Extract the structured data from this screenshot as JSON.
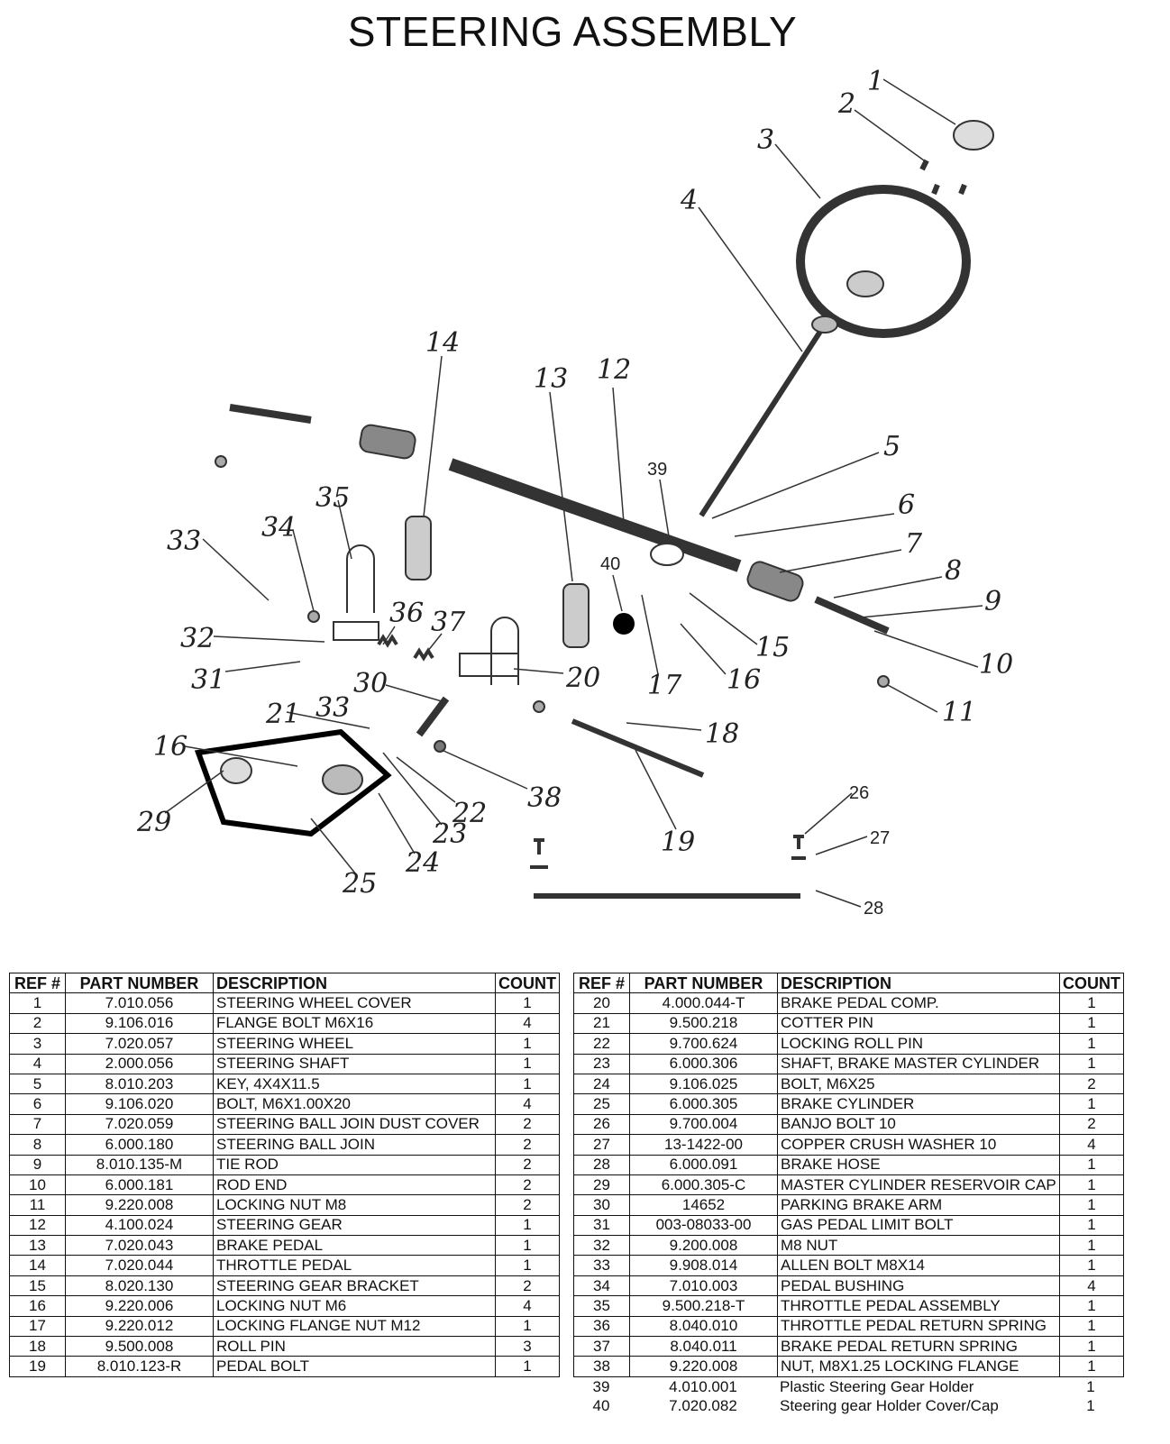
{
  "title": "STEERING ASSEMBLY",
  "callouts": [
    "1",
    "2",
    "3",
    "4",
    "5",
    "6",
    "7",
    "8",
    "9",
    "10",
    "11",
    "12",
    "13",
    "14",
    "15",
    "16",
    "17",
    "18",
    "19",
    "20",
    "21",
    "22",
    "23",
    "24",
    "25",
    "26",
    "27",
    "28",
    "29",
    "30",
    "31",
    "32",
    "33",
    "34",
    "35",
    "36",
    "37",
    "38",
    "39",
    "40"
  ],
  "table": {
    "headers": {
      "ref": "REF #",
      "part": "PART NUMBER",
      "desc": "DESCRIPTION",
      "count": "COUNT"
    },
    "left_rows": [
      {
        "ref": "1",
        "part": "7.010.056",
        "desc": "STEERING WHEEL COVER",
        "count": "1"
      },
      {
        "ref": "2",
        "part": "9.106.016",
        "desc": "FLANGE BOLT M6X16",
        "count": "4"
      },
      {
        "ref": "3",
        "part": "7.020.057",
        "desc": "STEERING WHEEL",
        "count": "1"
      },
      {
        "ref": "4",
        "part": "2.000.056",
        "desc": "STEERING SHAFT",
        "count": "1"
      },
      {
        "ref": "5",
        "part": "8.010.203",
        "desc": "KEY, 4X4X11.5",
        "count": "1"
      },
      {
        "ref": "6",
        "part": "9.106.020",
        "desc": "BOLT, M6X1.00X20",
        "count": "4"
      },
      {
        "ref": "7",
        "part": "7.020.059",
        "desc": "STEERING BALL JOIN DUST COVER",
        "count": "2"
      },
      {
        "ref": "8",
        "part": "6.000.180",
        "desc": "STEERING BALL JOIN",
        "count": "2"
      },
      {
        "ref": "9",
        "part": "8.010.135-M",
        "desc": "TIE ROD",
        "count": "2"
      },
      {
        "ref": "10",
        "part": "6.000.181",
        "desc": "ROD END",
        "count": "2"
      },
      {
        "ref": "11",
        "part": "9.220.008",
        "desc": "LOCKING NUT M8",
        "count": "2"
      },
      {
        "ref": "12",
        "part": "4.100.024",
        "desc": "STEERING GEAR",
        "count": "1"
      },
      {
        "ref": "13",
        "part": "7.020.043",
        "desc": "BRAKE PEDAL",
        "count": "1"
      },
      {
        "ref": "14",
        "part": "7.020.044",
        "desc": "THROTTLE PEDAL",
        "count": "1"
      },
      {
        "ref": "15",
        "part": "8.020.130",
        "desc": "STEERING GEAR BRACKET",
        "count": "2"
      },
      {
        "ref": "16",
        "part": "9.220.006",
        "desc": "LOCKING NUT M6",
        "count": "4"
      },
      {
        "ref": "17",
        "part": "9.220.012",
        "desc": "LOCKING FLANGE NUT M12",
        "count": "1"
      },
      {
        "ref": "18",
        "part": "9.500.008",
        "desc": "ROLL PIN",
        "count": "3"
      },
      {
        "ref": "19",
        "part": "8.010.123-R",
        "desc": "PEDAL BOLT",
        "count": "1"
      }
    ],
    "right_rows": [
      {
        "ref": "20",
        "part": "4.000.044-T",
        "desc": "BRAKE PEDAL COMP.",
        "count": "1"
      },
      {
        "ref": "21",
        "part": "9.500.218",
        "desc": "COTTER PIN",
        "count": "1"
      },
      {
        "ref": "22",
        "part": "9.700.624",
        "desc": "LOCKING ROLL PIN",
        "count": "1"
      },
      {
        "ref": "23",
        "part": "6.000.306",
        "desc": "SHAFT, BRAKE MASTER CYLINDER",
        "count": "1"
      },
      {
        "ref": "24",
        "part": "9.106.025",
        "desc": "BOLT, M6X25",
        "count": "2"
      },
      {
        "ref": "25",
        "part": "6.000.305",
        "desc": "BRAKE CYLINDER",
        "count": "1"
      },
      {
        "ref": "26",
        "part": "9.700.004",
        "desc": "BANJO BOLT 10",
        "count": "2"
      },
      {
        "ref": "27",
        "part": "13-1422-00",
        "desc": "COPPER CRUSH WASHER 10",
        "count": "4"
      },
      {
        "ref": "28",
        "part": "6.000.091",
        "desc": "BRAKE HOSE",
        "count": "1"
      },
      {
        "ref": "29",
        "part": "6.000.305-C",
        "desc": "MASTER CYLINDER RESERVOIR CAP",
        "count": "1"
      },
      {
        "ref": "30",
        "part": "14652",
        "desc": "PARKING BRAKE ARM",
        "count": "1"
      },
      {
        "ref": "31",
        "part": "003-08033-00",
        "desc": "GAS PEDAL LIMIT BOLT",
        "count": "1"
      },
      {
        "ref": "32",
        "part": "9.200.008",
        "desc": "M8 NUT",
        "count": "1"
      },
      {
        "ref": "33",
        "part": "9.908.014",
        "desc": "ALLEN BOLT M8X14",
        "count": "1"
      },
      {
        "ref": "34",
        "part": "7.010.003",
        "desc": "PEDAL BUSHING",
        "count": "4"
      },
      {
        "ref": "35",
        "part": "9.500.218-T",
        "desc": "THROTTLE PEDAL ASSEMBLY",
        "count": "1"
      },
      {
        "ref": "36",
        "part": "8.040.010",
        "desc": "THROTTLE PEDAL RETURN SPRING",
        "count": "1"
      },
      {
        "ref": "37",
        "part": "8.040.011",
        "desc": "BRAKE PEDAL RETURN SPRING",
        "count": "1"
      },
      {
        "ref": "38",
        "part": "9.220.008",
        "desc": "NUT, M8X1.25 LOCKING FLANGE",
        "count": "1"
      }
    ],
    "extra_rows": [
      {
        "ref": "39",
        "part": "4.010.001",
        "desc": "Plastic Steering Gear Holder",
        "count": "1"
      },
      {
        "ref": "40",
        "part": "7.020.082",
        "desc": "Steering gear Holder Cover/Cap",
        "count": "1"
      }
    ]
  }
}
